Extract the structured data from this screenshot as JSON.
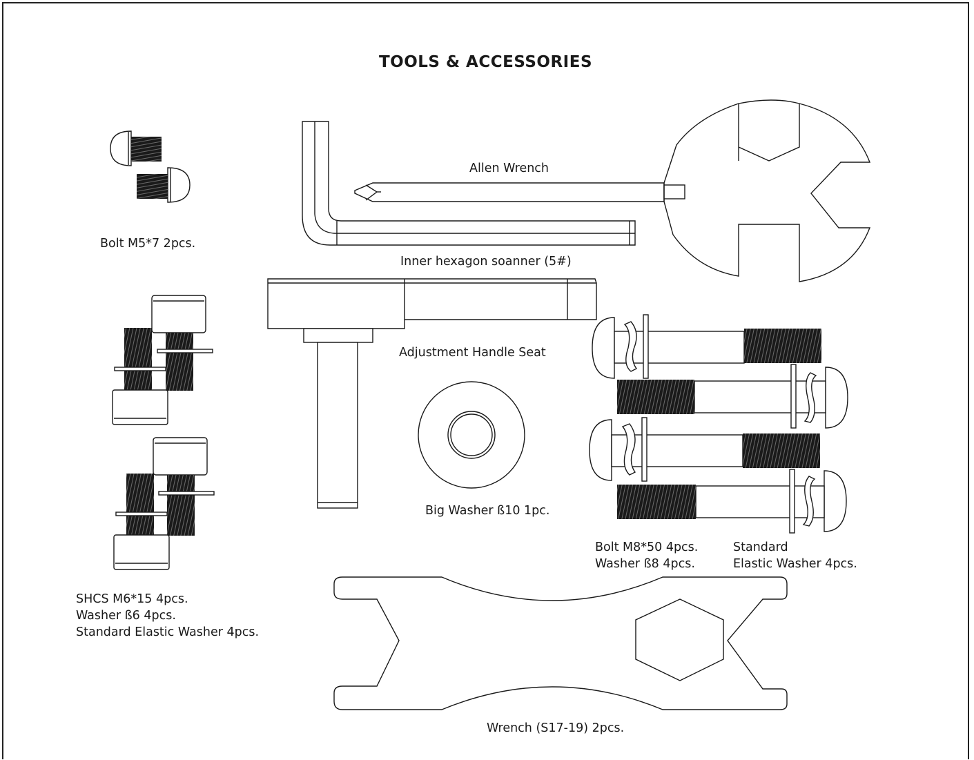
{
  "title": "TOOLS & ACCESSORIES",
  "colors": {
    "stroke": "#1a1a1a",
    "thread": "#1a1a1a",
    "background": "#ffffff"
  },
  "labels": {
    "bolt_m5": "Bolt M5*7  2pcs.",
    "allen_wrench": "Allen Wrench",
    "inner_hex": "Inner hexagon soanner (5#)",
    "adjust_handle": "Adjustment Handle Seat",
    "big_washer": "Big Washer ß10  1pc.",
    "bolt_m8_line1": "Bolt M8*50  4pcs.",
    "bolt_m8_line2": "Washer ß8 4pcs.",
    "std_washer_line1": "Standard",
    "std_washer_line2": "Elastic Washer   4pcs.",
    "shcs_line1": "SHCS M6*15  4pcs.",
    "shcs_line2": "Washer ß6  4pcs.",
    "shcs_line3": "Standard Elastic Washer   4pcs.",
    "wrench": "Wrench (S17-19)  2pcs."
  }
}
